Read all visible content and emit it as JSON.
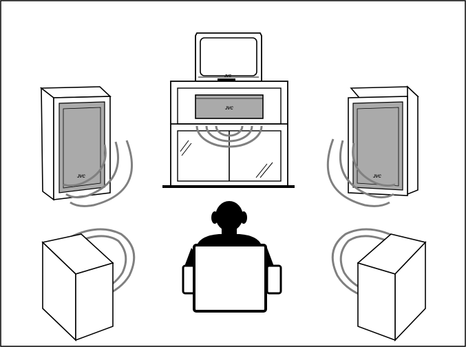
{
  "diagram": {
    "brand_logo": "JVC",
    "colors": {
      "outline": "#000000",
      "speaker_grille": "#aaaaaa",
      "sound_wave": "#808080",
      "background": "#ffffff"
    },
    "components": [
      {
        "name": "television",
        "icon": "tv-icon"
      },
      {
        "name": "center-unit",
        "icon": "receiver-icon"
      },
      {
        "name": "tv-stand",
        "icon": "cabinet-icon"
      },
      {
        "name": "front-left-speaker",
        "icon": "speaker-icon"
      },
      {
        "name": "front-right-speaker",
        "icon": "speaker-icon"
      },
      {
        "name": "rear-left-speaker",
        "icon": "speaker-box-icon"
      },
      {
        "name": "rear-right-speaker",
        "icon": "speaker-box-icon"
      },
      {
        "name": "listener",
        "icon": "person-in-chair-icon"
      }
    ]
  }
}
